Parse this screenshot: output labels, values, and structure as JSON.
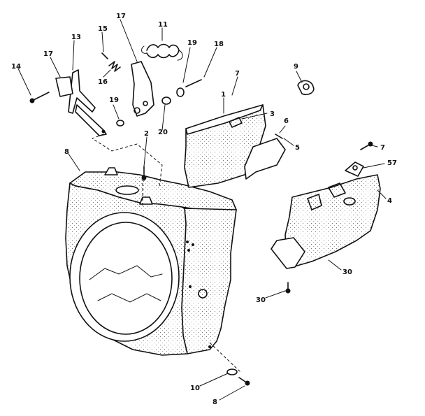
{
  "parts": [
    {
      "id": "p14",
      "label": "14"
    },
    {
      "id": "p17a",
      "label": "17"
    },
    {
      "id": "p13",
      "label": "13"
    },
    {
      "id": "p15",
      "label": "15"
    },
    {
      "id": "p17b",
      "label": "17"
    },
    {
      "id": "p11",
      "label": "11"
    },
    {
      "id": "p19a",
      "label": "19"
    },
    {
      "id": "p18",
      "label": "18"
    },
    {
      "id": "p16",
      "label": "16"
    },
    {
      "id": "p19b",
      "label": "19"
    },
    {
      "id": "p20",
      "label": "20"
    },
    {
      "id": "p7a",
      "label": "7"
    },
    {
      "id": "p1",
      "label": "1"
    },
    {
      "id": "p9",
      "label": "9"
    },
    {
      "id": "p3",
      "label": "3"
    },
    {
      "id": "p6",
      "label": "6"
    },
    {
      "id": "p5",
      "label": "5"
    },
    {
      "id": "p2",
      "label": "2"
    },
    {
      "id": "p8a",
      "label": "8"
    },
    {
      "id": "p7b",
      "label": "7"
    },
    {
      "id": "p57",
      "label": "57"
    },
    {
      "id": "p4",
      "label": "4"
    },
    {
      "id": "p30a",
      "label": "30"
    },
    {
      "id": "p30b",
      "label": "30"
    },
    {
      "id": "p10",
      "label": "10"
    },
    {
      "id": "p8b",
      "label": "8"
    }
  ]
}
